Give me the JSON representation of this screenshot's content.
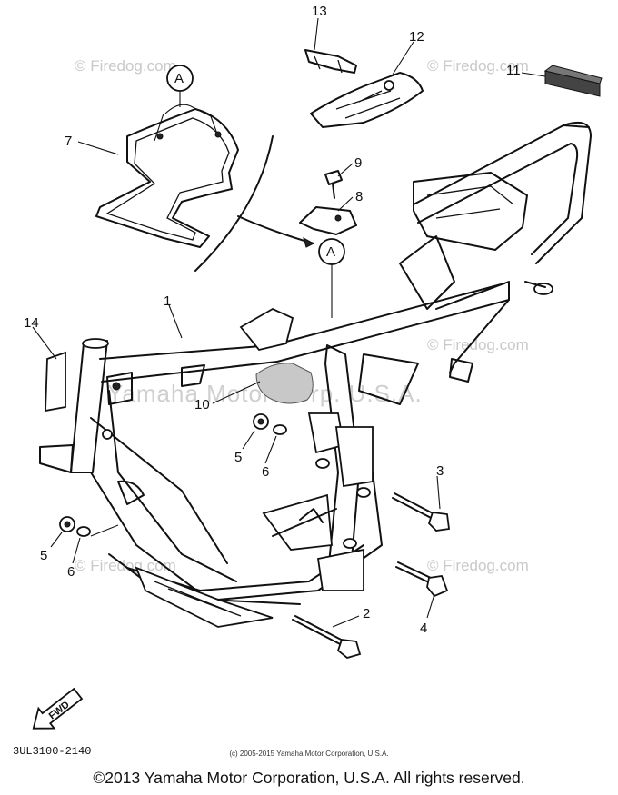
{
  "diagram": {
    "callouts": [
      "1",
      "2",
      "3",
      "4",
      "5",
      "6",
      "7",
      "8",
      "9",
      "10",
      "11",
      "12",
      "13",
      "14",
      "5",
      "6"
    ],
    "ref_marker": "A",
    "fwd_label": "FWD",
    "diagram_code": "3UL3100-2140",
    "small_copyright": "(c) 2005-2015 Yamaha Motor Corporation, U.S.A.",
    "watermark_text": "© Firedog.com",
    "watermark_center": "Yamaha Motor Corp. U.S.A.",
    "copyright": "©2013 Yamaha Motor Corporation, U.S.A. All rights reserved."
  }
}
